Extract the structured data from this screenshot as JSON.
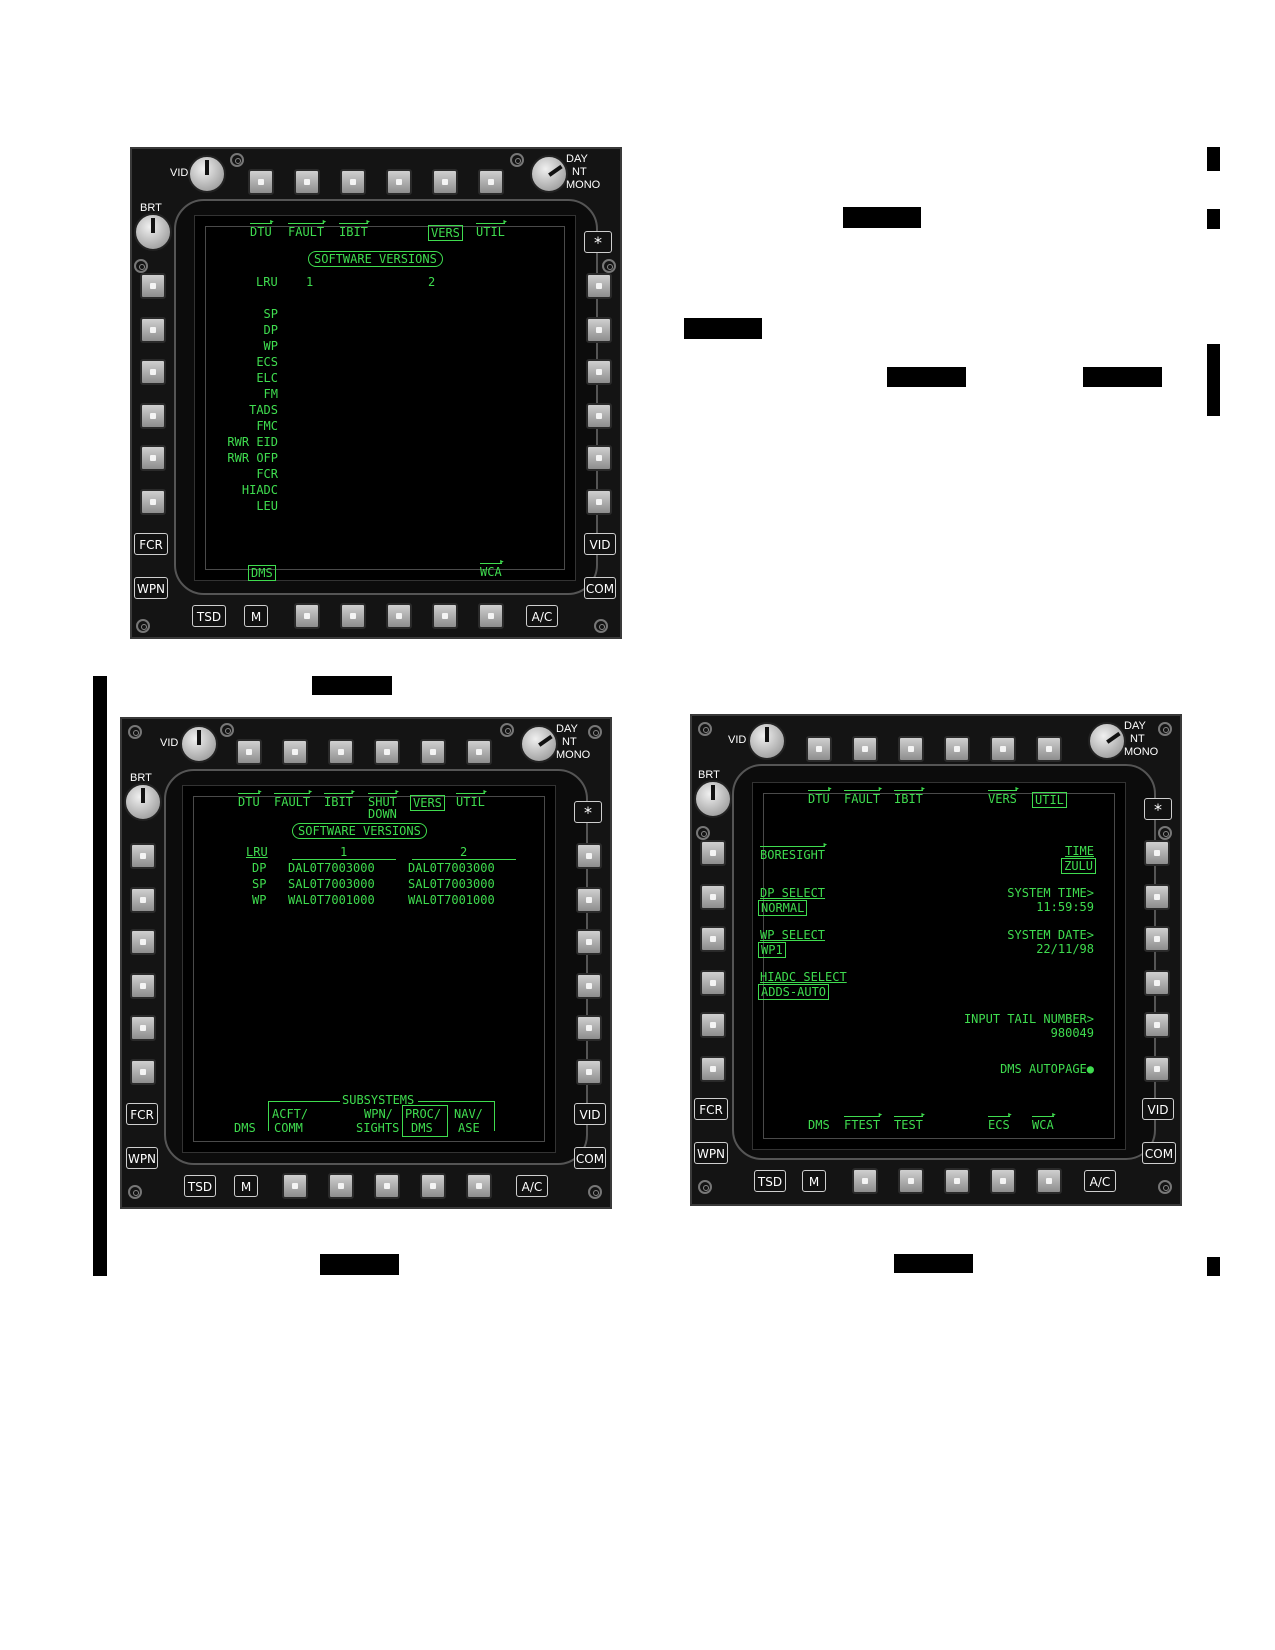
{
  "colors": {
    "symbology": "#3fdc4f",
    "bezel": "#141414",
    "screen": "#000000"
  },
  "bezel_labels": {
    "vid": "VID",
    "brt": "BRT",
    "day": "DAY",
    "nt": "NT",
    "mono": "MONO",
    "fcr": "FCR",
    "wpn": "WPN",
    "tsd": "TSD",
    "m": "M",
    "ac": "A/C",
    "vid_btn": "VID",
    "com": "COM",
    "star": "*"
  },
  "mpd1": {
    "tabs": {
      "dtu": "DTU",
      "fault": "FAULT",
      "ibit": "IBIT",
      "vers": "VERS",
      "util": "UTIL"
    },
    "title": "SOFTWARE VERSIONS",
    "lru_header": "LRU",
    "col1": "1",
    "col2": "2",
    "lrus": [
      "SP",
      "DP",
      "WP",
      "ECS",
      "ELC",
      "FM",
      "TADS",
      "FMC",
      "RWR EID",
      "RWR OFP",
      "FCR",
      "HIADC",
      "LEU"
    ],
    "dms": "DMS",
    "wca": "WCA"
  },
  "mpd2": {
    "tabs": {
      "dtu": "DTU",
      "fault": "FAULT",
      "ibit": "IBIT",
      "shut": "SHUT",
      "down": "DOWN",
      "vers": "VERS",
      "util": "UTIL"
    },
    "title": "SOFTWARE VERSIONS",
    "lru_header": "LRU",
    "col1": "1",
    "col2": "2",
    "rows": [
      {
        "lru": "DP",
        "v1": "DAL0T7003000",
        "v2": "DAL0T7003000"
      },
      {
        "lru": "SP",
        "v1": "SAL0T7003000",
        "v2": "SAL0T7003000"
      },
      {
        "lru": "WP",
        "v1": "WAL0T7001000",
        "v2": "WAL0T7001000"
      }
    ],
    "subsystems": "SUBSYSTEMS",
    "dms": "DMS",
    "acft": "ACFT/",
    "comm": "COMM",
    "wpn": "WPN/",
    "sights": "SIGHTS",
    "proc": "PROC/",
    "proc_dms": "DMS",
    "nav": "NAV/",
    "ase": "ASE"
  },
  "mpd3": {
    "tabs": {
      "dtu": "DTU",
      "fault": "FAULT",
      "ibit": "IBIT",
      "vers": "VERS",
      "util": "UTIL"
    },
    "boresight": "BORESIGHT",
    "dp_select": "DP SELECT",
    "dp_value": "NORMAL",
    "wp_select": "WP SELECT",
    "wp_value": "WP1",
    "hiadc_select": "HIADC SELECT",
    "hiadc_value": "ADDS-AUTO",
    "time": "TIME",
    "time_value": "ZULU",
    "system_time": "SYSTEM TIME>",
    "system_time_value": "11:59:59",
    "system_date": "SYSTEM DATE>",
    "system_date_value": "22/11/98",
    "tail": "INPUT TAIL NUMBER>",
    "tail_value": "980049",
    "autopage": "DMS AUTOPAGE●",
    "bottom": {
      "dms": "DMS",
      "ftest": "FTEST",
      "test": "TEST",
      "ecs": "ECS",
      "wca": "WCA"
    }
  }
}
